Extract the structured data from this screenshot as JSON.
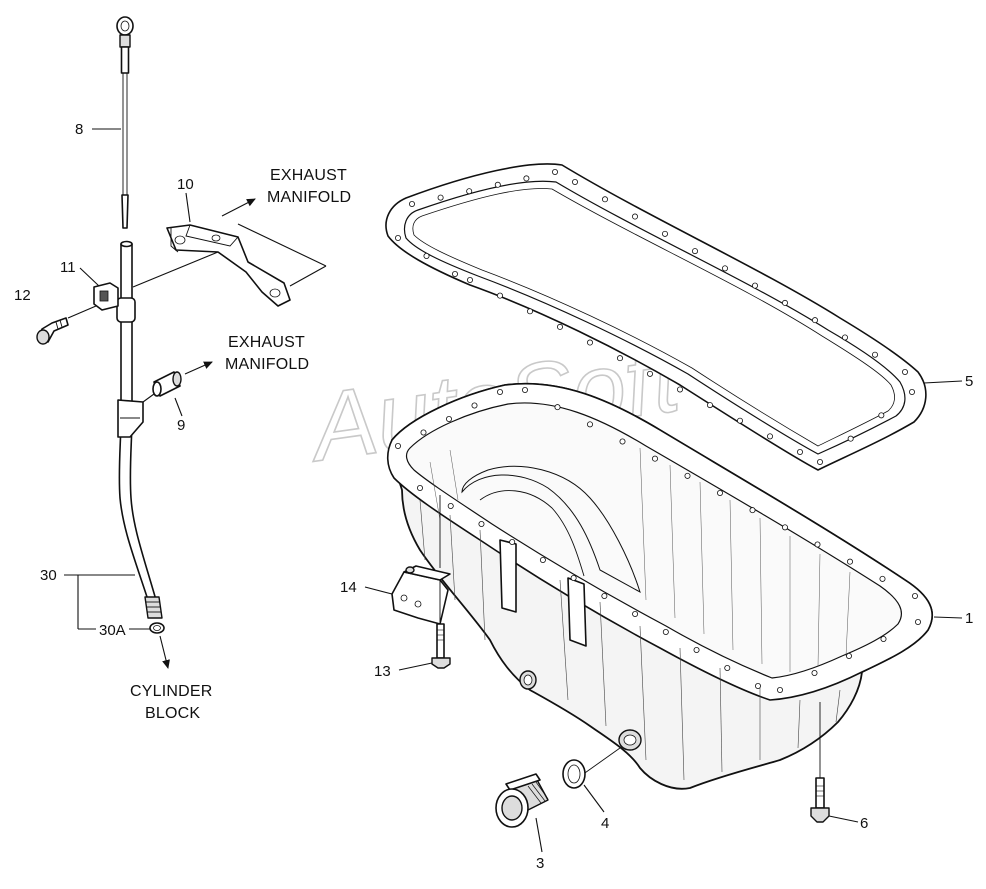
{
  "watermark": "AutoSoft",
  "callouts": {
    "c1": "1",
    "c3": "3",
    "c4": "4",
    "c5": "5",
    "c6": "6",
    "c8": "8",
    "c9": "9",
    "c10": "10",
    "c11": "11",
    "c12": "12",
    "c13": "13",
    "c14": "14",
    "c30": "30",
    "c30a": "30A"
  },
  "labels": {
    "exhaust_top_line1": "EXHAUST",
    "exhaust_top_line2": "MANIFOLD",
    "exhaust_mid_line1": "EXHAUST",
    "exhaust_mid_line2": "MANIFOLD",
    "cylinder_line1": "CYLINDER",
    "cylinder_line2": "BLOCK"
  }
}
